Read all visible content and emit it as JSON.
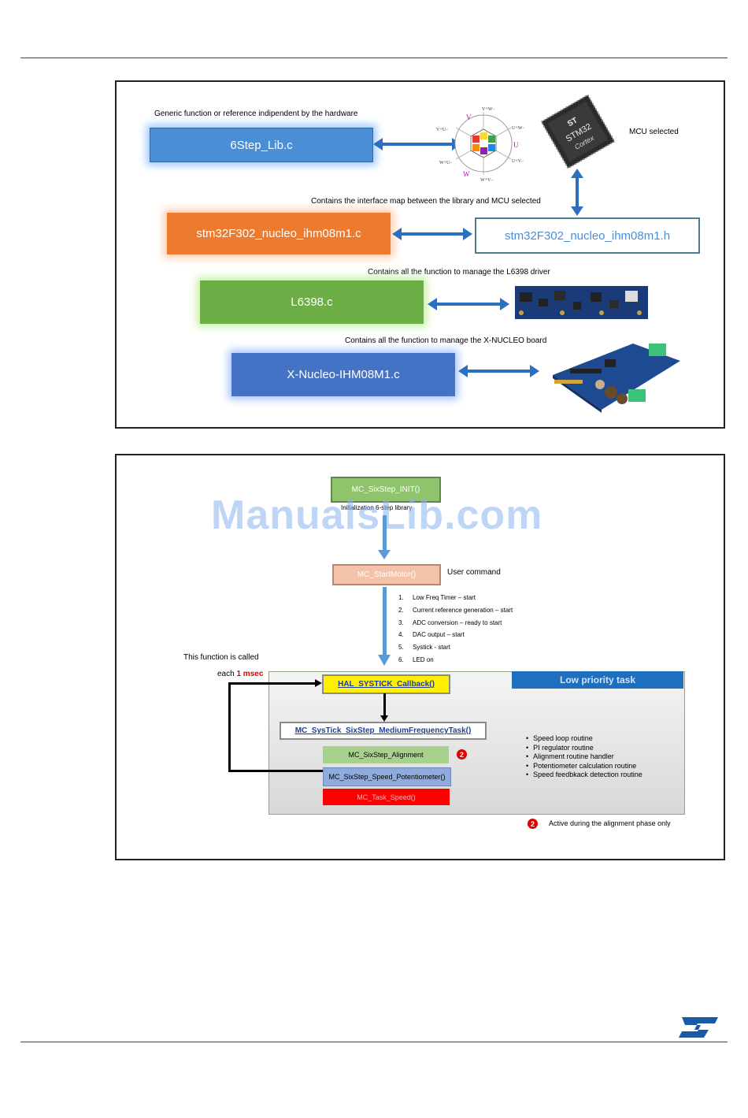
{
  "figure1": {
    "caption_generic": "Generic function or reference indipendent by the hardware",
    "box_lib": "6Step_Lib.c",
    "mcu_caption": "MCU selected",
    "caption_interface": "Contains  the interface map between the library and MCU selected",
    "box_nucleo_c": "stm32F302_nucleo_ihm08m1.c",
    "box_nucleo_h": "stm32F302_nucleo_ihm08m1.h",
    "caption_l6398": "Contains  all the function to manage the L6398 driver",
    "box_l6398": "L6398.c",
    "caption_xnucleo": "Contains  all the function to manage the X-NUCLEO board",
    "box_xnucleo": "X-Nucleo-IHM08M1.c",
    "hexagon_labels": {
      "v_top": "V+W−",
      "v_left": "V+U−",
      "u_right": "U+W−",
      "u_right2": "U+V−",
      "w_bottom": "W+V−",
      "w_left": "W+U−",
      "V": "V",
      "U": "U",
      "W": "W"
    },
    "chip_text": {
      "brand": "ST",
      "part": "STM32",
      "core": "Cortex"
    }
  },
  "figure2": {
    "init_box": "MC_SixStep_INIT()",
    "init_note": "Initialization 6-step library",
    "watermark": "ManualsLib.com",
    "start_box": "MC_StartMotor()",
    "user_command": "User command",
    "steps": [
      {
        "n": "1.",
        "text": "Low Freq Timer – start"
      },
      {
        "n": "2.",
        "text": "Current reference generation – start"
      },
      {
        "n": "3.",
        "text": "ADC conversion – ready to start"
      },
      {
        "n": "4.",
        "text": "DAC output – start"
      },
      {
        "n": "5.",
        "text": "Systick - start"
      },
      {
        "n": "6.",
        "text": "LED on"
      }
    ],
    "called_text": "This function is called",
    "each_text": "each",
    "msec_text": "1 msec",
    "systick_box": "HAL_SYSTICK_Callback()",
    "low_priority": "Low priority task",
    "medium_box": "MC_SysTick_SixStep_MediumFrequencyTask()",
    "alignment_box": "MC_SixStep_Alignment",
    "potentiometer_box": "MC_SixStep_Speed_Potentiometer()",
    "task_speed_box": "MC_Task_Speed()",
    "badge": "2",
    "bullets": [
      "Speed loop routine",
      "PI regulator routine",
      "Alignment routine handler",
      "Potentiometer calculation routine",
      "Speed feedbkack detection routine"
    ],
    "legend_text": "Active during  the alignment phase only"
  },
  "colors": {
    "blue_box": "#4a8fd6",
    "orange_box": "#ec7b30",
    "green_box": "#6dad46",
    "dark_blue_box": "#4472c4",
    "arrow": "#2c6fc1",
    "low_priority_bar": "#1f6fbf",
    "alert_red": "#e00000"
  },
  "footer_logo": "ST"
}
